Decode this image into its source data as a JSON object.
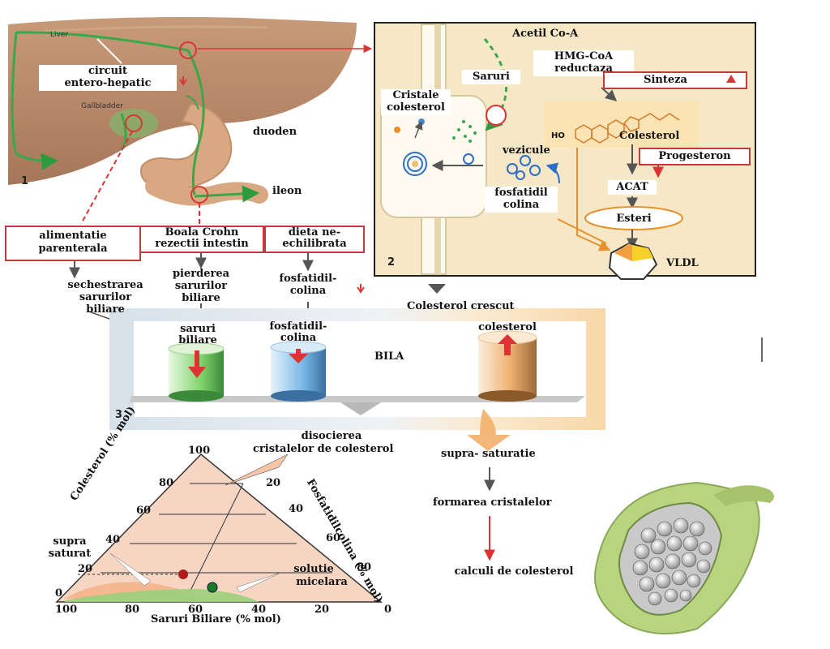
{
  "panel1": {
    "liver_label": "Liver",
    "gallbladder_label": "Gallbladder",
    "circuit_line1": "circuit",
    "circuit_line2": "entero-hepatic",
    "duoden": "duoden",
    "ileon": "ileon",
    "panel_number": "1"
  },
  "causes": [
    {
      "line1": "alimentatie",
      "line2": "parenterala"
    },
    {
      "line1": "Boala Crohn",
      "line2": "rezectii intestin"
    },
    {
      "line1": "dieta ne-",
      "line2": "echilibrata"
    }
  ],
  "effects": {
    "sechestrare": [
      "sechestrarea",
      "sarurilor",
      "biliare"
    ],
    "pierdere": [
      "pierderea",
      "sarurilor",
      "biliare"
    ],
    "fosfatidil": [
      "fosfatidil-",
      "colina"
    ]
  },
  "panel2": {
    "acetil": "Acetil Co-A",
    "hmg_line1": "HMG-CoA",
    "hmg_line2": "reductaza",
    "sinteza": "Sinteza",
    "saruri": "Saruri",
    "cristale_line1": "Cristale",
    "cristale_line2": "colesterol",
    "colesterol": "Colesterol",
    "progesteron": "Progesteron",
    "vezicule": "vezicule",
    "fosfatidil_line1": "fosfatidil",
    "fosfatidil_line2": "colina",
    "acat": "ACAT",
    "esteri": "Esteri",
    "vldl": "VLDL",
    "ho": "HO",
    "panel_number": "2"
  },
  "panel3": {
    "colesterol_crescut": "Colesterol crescut",
    "bila": "BILA",
    "cyl1_line1": "saruri",
    "cyl1_line2": "biliare",
    "cyl2_line1": "fosfatidil-",
    "cyl2_line2": "colina",
    "cyl3_label": "colesterol",
    "panel_number": "3"
  },
  "flow": {
    "supra_saturatie": "supra- saturatie",
    "formarea": "formarea cristalelor",
    "calculi": "calculi de colesterol"
  },
  "ternary": {
    "disocierea_line1": "disocierea",
    "disocierea_line2": "cristalelor de colesterol",
    "left_axis_label": "Colesterol (% mol)",
    "right_axis_label": "Fosfatidilcolina (% mol)",
    "bottom_axis_label": "Saruri Biliare (% mol)",
    "supra_line1": "supra",
    "supra_line2": "saturat",
    "solutie_line1": "solutie",
    "solutie_line2": "micelara",
    "left_ticks": [
      "100",
      "80",
      "60",
      "40",
      "20",
      "0"
    ],
    "right_ticks": [
      "20",
      "40",
      "60",
      "80"
    ],
    "bottom_ticks": [
      "100",
      "80",
      "60",
      "40",
      "20",
      "0"
    ]
  },
  "colors": {
    "red_accent": "#c43a3a",
    "green_path": "#3aa84a",
    "liver": "#b98a6a",
    "panel2_bg": "#f6e7c6",
    "orange": "#f0a040"
  }
}
